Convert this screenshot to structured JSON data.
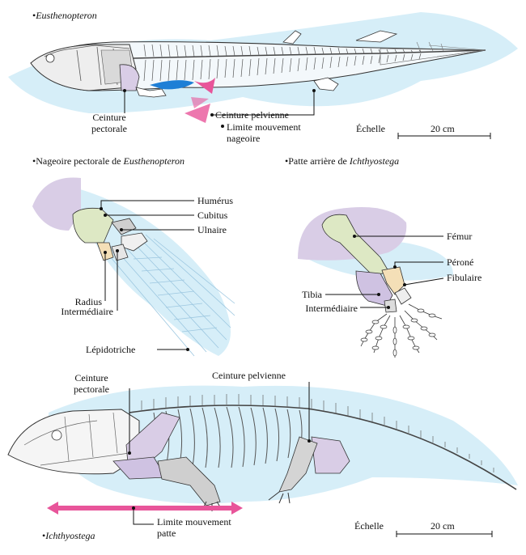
{
  "panels": {
    "eusthenopteron": {
      "title": "Eusthenopteron",
      "labels": {
        "ceinture_pectorale": "Ceinture\npectorale",
        "ceinture_pelvienne": "Ceinture pelvienne",
        "limite": "Limite mouvement\nnageoire"
      },
      "scale": {
        "label": "Échelle",
        "value": "20 cm"
      }
    },
    "nageoire": {
      "title_prefix": "Nageoire pectorale de",
      "title_italic": "Eusthenopteron",
      "labels": {
        "humerus": "Humérus",
        "cubitus": "Cubitus",
        "ulnaire": "Ulnaire",
        "radius": "Radius",
        "intermediaire": "Intermédiaire",
        "lepidotriche": "Lépidotriche"
      }
    },
    "patte": {
      "title_prefix": "Patte arrière de",
      "title_italic": "Ichthyostega",
      "labels": {
        "femur": "Fémur",
        "perone": "Péroné",
        "fibulaire": "Fibulaire",
        "tibia": "Tibia",
        "intermediaire": "Intermédiaire"
      }
    },
    "ichthyostega": {
      "title": "Ichthyostega",
      "labels": {
        "ceinture_pectorale": "Ceinture\npectorale",
        "ceinture_pelvienne": "Ceinture pelvienne",
        "limite": "Limite mouvement\npatte"
      },
      "scale": {
        "label": "Échelle",
        "value": "20 cm"
      }
    }
  },
  "colors": {
    "water": "#d6eef8",
    "bone": "#ffffff",
    "outline": "#333333",
    "girdle": "#d9cde6",
    "fin_blue": "#1e7fd6",
    "arrow_pink": "#e8559a",
    "humerus": "#dde8c4",
    "femur": "#dde8c4",
    "radius_perone": "#f4dfb7",
    "cubitus": "#cfcfcf",
    "lilac": "#cfc2e2"
  }
}
